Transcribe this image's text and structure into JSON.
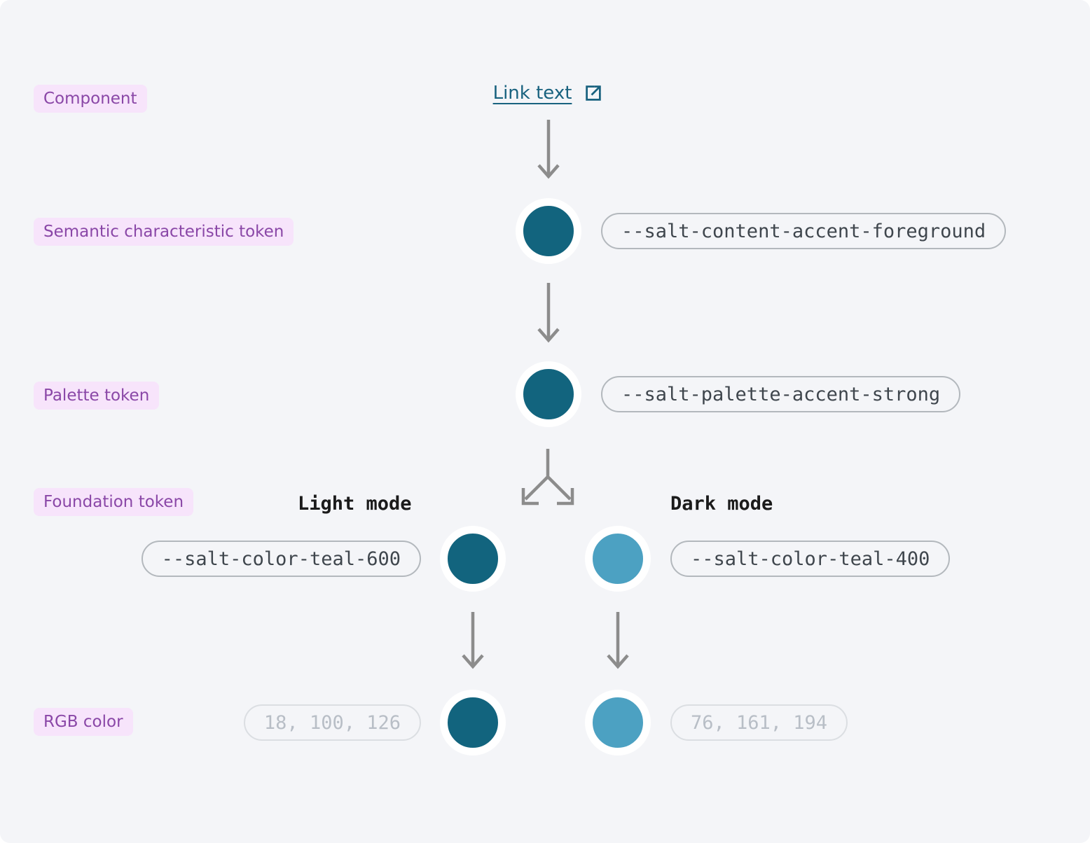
{
  "row_labels": [
    {
      "id": "component",
      "label": "Component"
    },
    {
      "id": "semantic",
      "label": "Semantic characteristic token"
    },
    {
      "id": "palette",
      "label": "Palette token"
    },
    {
      "id": "foundation",
      "label": "Foundation token"
    },
    {
      "id": "rgb",
      "label": "RGB color"
    }
  ],
  "link": {
    "label": "Link text"
  },
  "tokens": {
    "semantic": "--salt-content-accent-foreground",
    "palette": "--salt-palette-accent-strong",
    "foundation_light": "--salt-color-teal-600",
    "foundation_dark": "--salt-color-teal-400",
    "rgb_light": "18, 100, 126",
    "rgb_dark": "76, 161, 194"
  },
  "modes": {
    "light": "Light mode",
    "dark": "Dark mode"
  },
  "colors": {
    "canvas_bg": "#f4f5f8",
    "label_bg": "#f7e4fb",
    "label_text": "#8a47a7",
    "link": "#19627f",
    "arrow": "#8c8c8c",
    "pill_border": "#b3b8bd",
    "pill_text": "#3f464d",
    "rgb_pill_border": "#dbdee2",
    "rgb_pill_text": "#b8bec6",
    "accent_teal_600": "#12647e",
    "accent_teal_400": "#4ca1c2"
  }
}
